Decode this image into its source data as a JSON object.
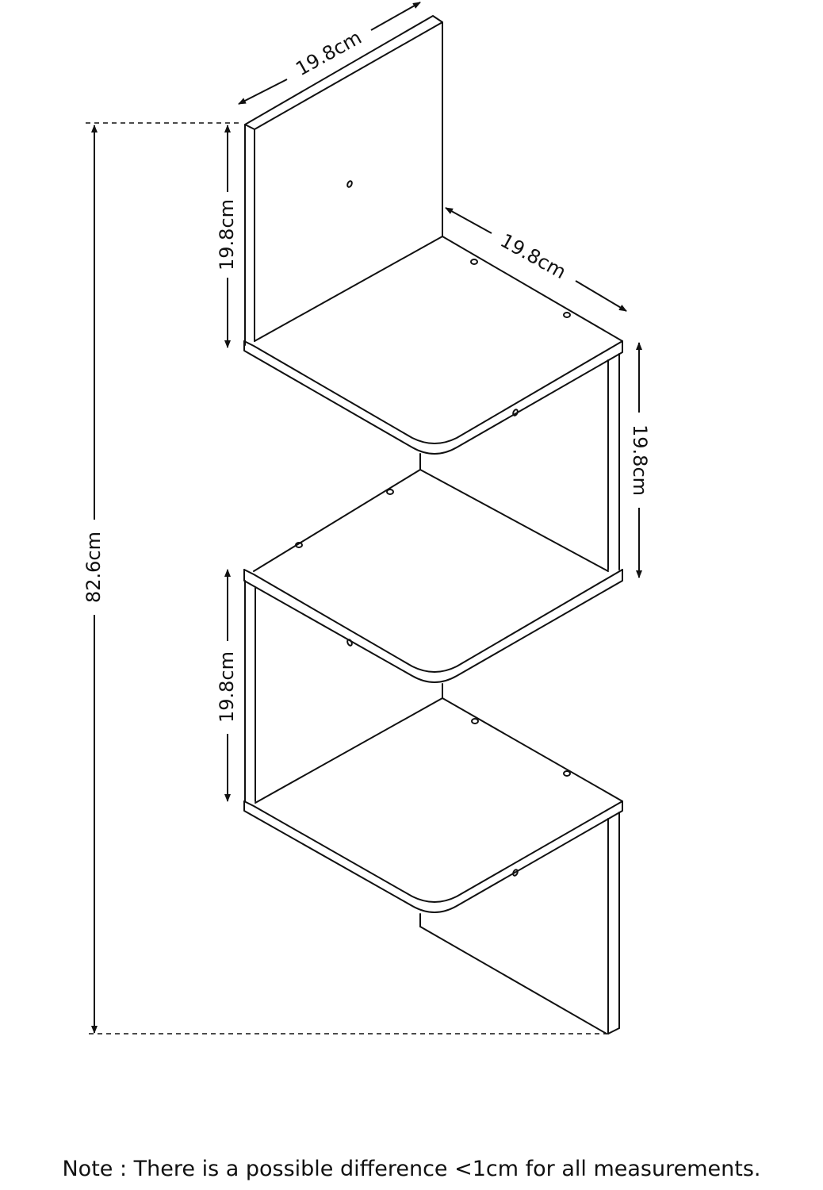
{
  "diagram": {
    "stroke_color": "#111111",
    "background_color": "#ffffff",
    "dimensions": {
      "back_width": "19.8cm",
      "side_depth": "19.8cm",
      "top_gap": "19.8cm",
      "right_gap": "19.8cm",
      "lower_gap": "19.8cm",
      "total_height": "82.6cm"
    }
  },
  "note": "Note : There is a possible difference <1cm for all measurements."
}
